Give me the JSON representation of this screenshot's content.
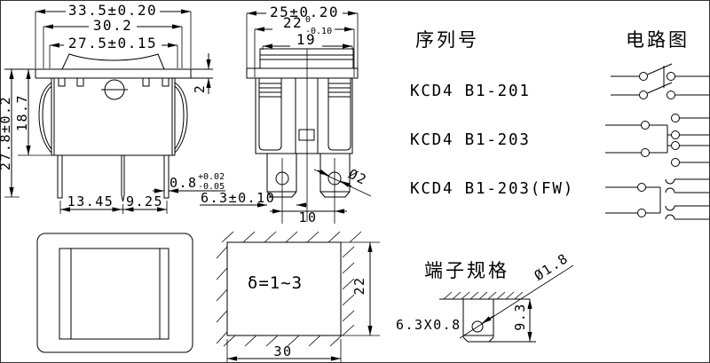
{
  "front_view": {
    "dim_overall_width": "33.5±0.20",
    "dim_mid_width": "30.2",
    "dim_inner_width": "27.5±0.15",
    "dim_total_height": "27.8±0.2",
    "dim_body_height": "18.7",
    "dim_pin_spacing_left": "13.45",
    "dim_pin_spacing_right": "9.25",
    "dim_flange_thickness": "2",
    "dim_pin_thickness": "0.8",
    "dim_pin_thickness_tol_plus": "+0.02",
    "dim_pin_thickness_tol_minus": "-0.05",
    "dim_tab_width": "6.3±0.10"
  },
  "side_view": {
    "dim_overall_width": "25±0.20",
    "dim_body_width": "22",
    "dim_body_width_tol_upper": "0",
    "dim_body_width_tol_lower": "-0.10",
    "dim_rocker_width": "19",
    "dim_hole_dia": "Ø2",
    "dim_tab_pitch": "10"
  },
  "series": {
    "heading": "序列号",
    "models": [
      {
        "name": "KCD4 B1-201"
      },
      {
        "name": "KCD4 B1-203"
      },
      {
        "name": "KCD4 B1-203(FW)"
      }
    ]
  },
  "circuits": {
    "heading": "电路图"
  },
  "panel_cutout": {
    "thickness_note": "δ=1~3",
    "dim_height": "22",
    "dim_width": "30"
  },
  "terminal": {
    "heading": "端子规格",
    "dim_size": "6.3X0.8",
    "dim_hole_dia": "Ø1.8",
    "dim_length": "9.3"
  }
}
